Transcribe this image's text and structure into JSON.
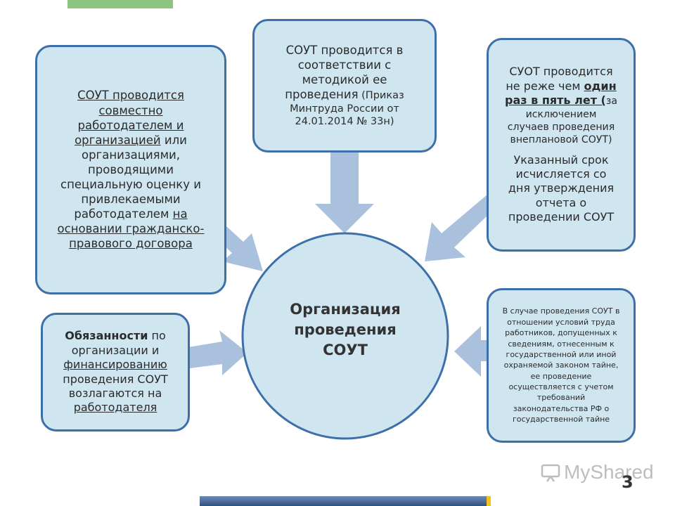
{
  "center": {
    "lines": [
      "Организация",
      "проведения",
      "СОУТ"
    ]
  },
  "box_left_top": {
    "l1": "СОУТ проводится",
    "l2": "совместно",
    "l3": "работодателем и",
    "l4a": "организацией",
    "l4b": " или",
    "l5": "организациями,",
    "l6": "проводящими",
    "l7": "специальную оценку и",
    "l8": "привлекаемыми",
    "l9a": "работодателем ",
    "l9b": "на",
    "l10": "основании гражданско-",
    "l11": "правового договора"
  },
  "box_top": {
    "l1": "СОУТ проводится в",
    "l2": "соответствии с",
    "l3": "методикой ее",
    "l4a": "проведения",
    "l4b": " (Приказ",
    "l5": "Минтруда России от",
    "l6": "24.01.2014 № 33н)"
  },
  "box_right_top": {
    "l1": "СУОТ проводится",
    "l2a": "не реже чем ",
    "l2b": "один",
    "l3a": "раз в пять лет (",
    "l3b": "за",
    "l4": "исключением",
    "l5": "случаев  проведения",
    "l6": "внеплановой СОУТ)",
    "p1": "Указанный срок",
    "p2": "исчисляется со",
    "p3": "дня утверждения",
    "p4": "отчета о",
    "p5": "проведении СОУТ"
  },
  "box_left_bottom": {
    "l1a": "Обязанности",
    "l1b": " по",
    "l2": "организации и",
    "l3": "финансированию",
    "l4": "проведения СОУТ",
    "l5": "возлагаются на",
    "l6": "работодателя"
  },
  "box_right_bottom": {
    "lines": [
      "В случае проведения СОУТ в",
      "отношении условий труда",
      "работников, допущенных к",
      "сведениям, отнесенным к",
      "государственной или иной",
      "охраняемой законом тайне,",
      "ее проведение",
      "осуществляется с учетом",
      "требований",
      "законодательства  РФ о",
      "государственной тайне"
    ]
  },
  "footer": {
    "page_number": "3",
    "watermark": "MyShared"
  },
  "colors": {
    "box_fill": "#cfe6f1",
    "box_border": "#3d6fa8",
    "arrow": "#a9c1dd",
    "top_bar": "#8cc37e",
    "bottom_bar": "#31527f",
    "accent_tick": "#f2c318"
  }
}
